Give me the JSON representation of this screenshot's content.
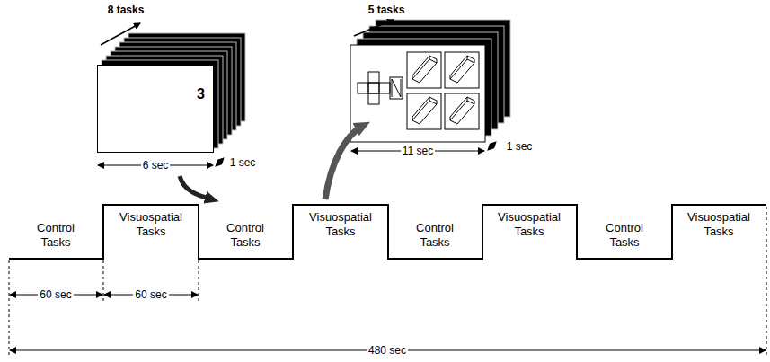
{
  "diagram": {
    "nodes": [
      {
        "text": [
          "3"
        ]
      }
    ],
    "labels": [
      "8 tasks",
      "6 sec",
      "1 sec",
      "5 tasks",
      "11 sec",
      "1 sec",
      "Control Tasks",
      "Visuospatial Tasks",
      "Control Tasks",
      "Visuospatial Tasks",
      "Control Tasks",
      "Visuospatial Tasks",
      "Control Tasks",
      "Visuospatial Tasks",
      "60 sec",
      "60 sec",
      "480 sec"
    ]
  }
}
